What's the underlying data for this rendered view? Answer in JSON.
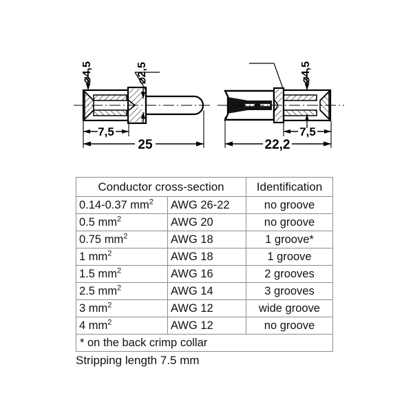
{
  "drawing_left": {
    "name": "crimp-pin-contact",
    "dimensions": {
      "outer_diameter": "4,5",
      "pin_diameter": "2,5",
      "crimp_length": "7,5",
      "total_length": "25"
    }
  },
  "drawing_right": {
    "name": "crimp-socket-contact",
    "dimensions": {
      "outer_diameter": "4,5",
      "crimp_length": "7,5",
      "total_length": "22,2"
    }
  },
  "table": {
    "headers": {
      "conductor": "Conductor cross-section",
      "identification": "Identification"
    },
    "rows": [
      {
        "area": "0.14-0.37 mm",
        "sup": "2",
        "awg": "AWG 26-22",
        "identification": "no groove"
      },
      {
        "area": "0.5 mm",
        "sup": "2",
        "awg": "AWG 20",
        "identification": "no groove"
      },
      {
        "area": "0.75 mm",
        "sup": "2",
        "awg": "AWG 18",
        "identification": "1 groove*"
      },
      {
        "area": "1 mm",
        "sup": "2",
        "awg": "AWG 18",
        "identification": "1 groove"
      },
      {
        "area": "1.5 mm",
        "sup": "2",
        "awg": "AWG 16",
        "identification": "2 grooves"
      },
      {
        "area": "2.5 mm",
        "sup": "2",
        "awg": "AWG 14",
        "identification": "3 grooves"
      },
      {
        "area": "3 mm",
        "sup": "2",
        "awg": "AWG 12",
        "identification": "wide groove"
      },
      {
        "area": "4 mm",
        "sup": "2",
        "awg": "AWG 12",
        "identification": "no groove"
      }
    ],
    "footnote": "* on the back crimp collar"
  },
  "caption": "Stripping length 7.5 mm",
  "colors": {
    "line": "#000000",
    "table_border": "#8c8c8c",
    "text": "#111111",
    "background": "#ffffff"
  }
}
